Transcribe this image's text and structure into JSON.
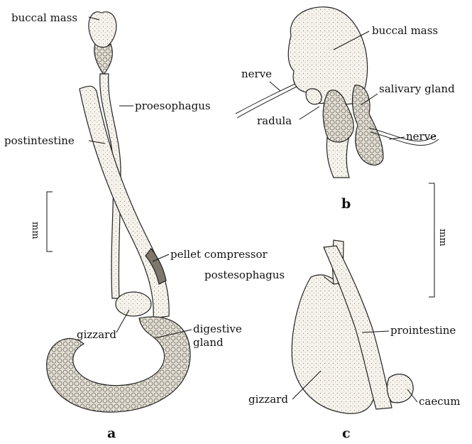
{
  "panels": {
    "a": {
      "letter": "a",
      "labels": {
        "buccal_mass": "buccal mass",
        "proesophagus": "proesophagus",
        "postintestine": "postintestine",
        "pellet_compressor": "pellet compressor",
        "gizzard": "gizzard",
        "digestive_gland_line1": "digestive",
        "digestive_gland_line2": "gland"
      }
    },
    "b": {
      "letter": "b",
      "labels": {
        "buccal_mass": "buccal mass",
        "nerve_left": "nerve",
        "salivary_gland": "salivary gland",
        "radula": "radula",
        "nerve_right": "nerve"
      }
    },
    "c": {
      "letter": "c",
      "labels": {
        "postesophagus": "postesophagus",
        "prointestine": "prointestine",
        "gizzard": "gizzard",
        "caecum": "caecum"
      }
    }
  },
  "scale_bars": {
    "left_unit": "mm",
    "right_unit": "mm"
  },
  "colors": {
    "ink": "#111111",
    "organ_fill": "#f4f1ea",
    "gland_fill": "#d9d5cc",
    "background": "#ffffff"
  }
}
